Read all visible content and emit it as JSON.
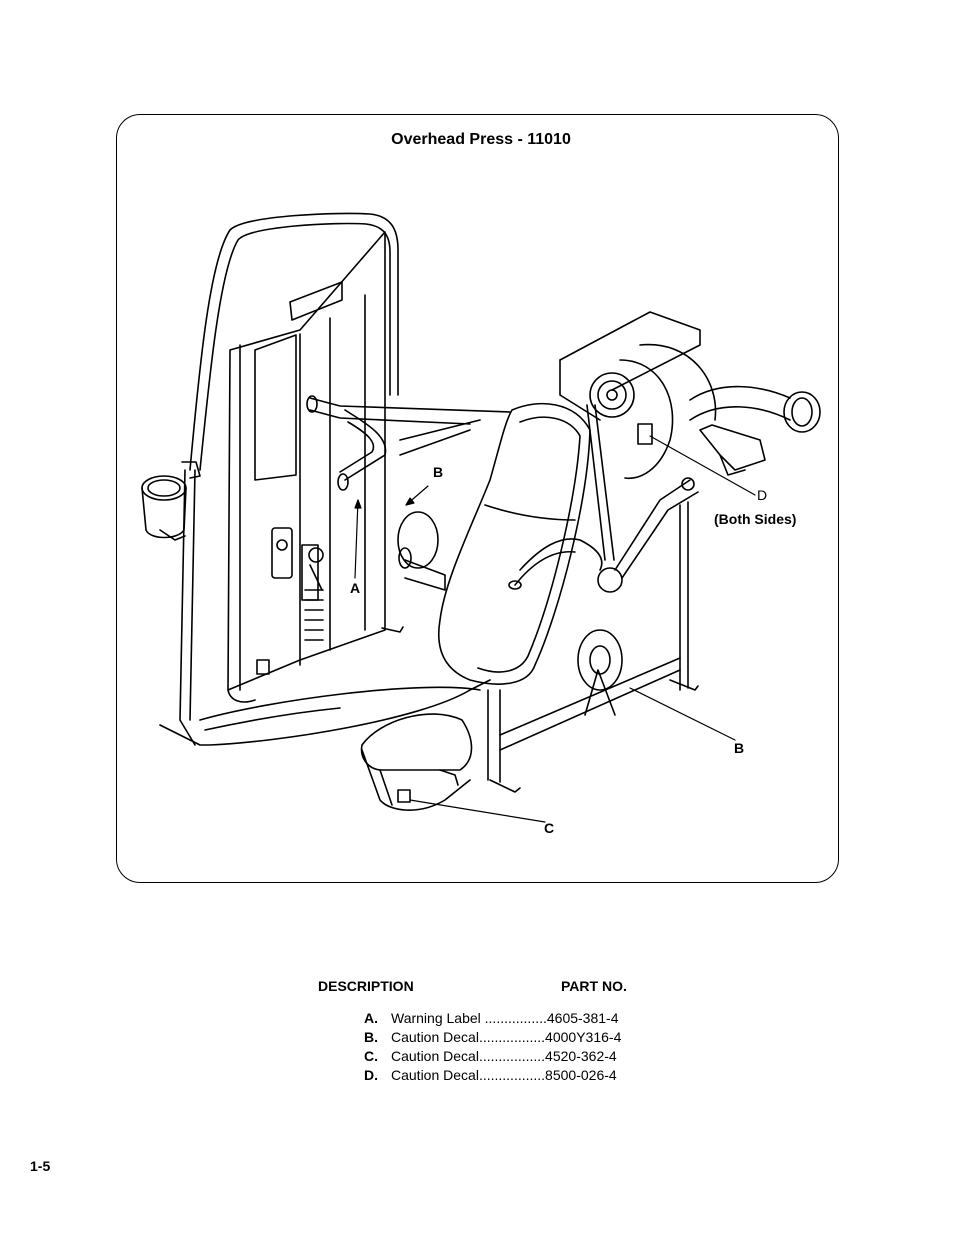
{
  "diagram": {
    "title": "Overhead Press - 11010",
    "callouts": {
      "a": "A",
      "b_top": "B",
      "b_bottom": "B",
      "c": "C",
      "d": "D",
      "both_sides": "(Both Sides)"
    }
  },
  "table": {
    "header_description": "DESCRIPTION",
    "header_part_no": "PART NO.",
    "rows": [
      {
        "letter": "A.",
        "text": "Warning Label ................4605-381-4"
      },
      {
        "letter": "B.",
        "text": "Caution Decal.................4000Y316-4"
      },
      {
        "letter": "C.",
        "text": "Caution Decal.................4520-362-4"
      },
      {
        "letter": "D.",
        "text": "Caution Decal.................8500-026-4"
      }
    ]
  },
  "page_number": "1-5"
}
